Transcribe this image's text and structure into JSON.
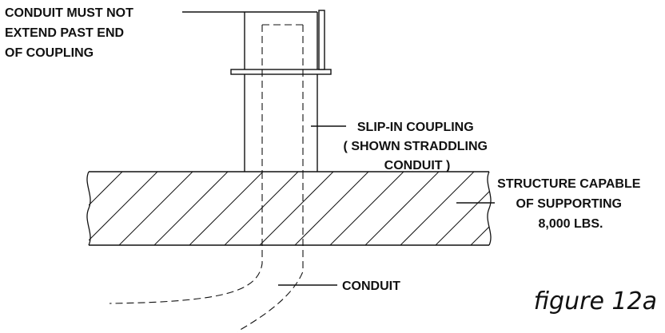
{
  "diagram": {
    "labels": {
      "conduit_must_not": [
        "CONDUIT MUST NOT",
        "EXTEND PAST END",
        "OF COUPLING"
      ],
      "slip_in_coupling": [
        "SLIP-IN COUPLING",
        "( SHOWN STRADDLING",
        "CONDUIT )"
      ],
      "structure": [
        "STRUCTURE CAPABLE",
        "OF SUPPORTING",
        "8,000 LBS."
      ],
      "conduit": "CONDUIT"
    },
    "figure_caption": "figure 12a"
  }
}
